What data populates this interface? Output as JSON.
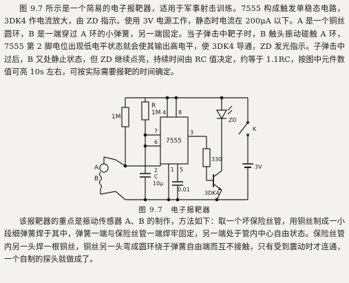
{
  "paragraph_1": "图 9.7 所示是一个简易的电子报靶器，适用于军事射击训练。7555 构成触发单稳态电路，3DK4 作电流放大，由 ZD 指示。使用 3V 电源工作，静态时电流在 200μA 以下。A 是一个铜丝圆环，B 是一端穿过 A 环的小弹簧，另一端固定。当子弹击中靶子时，B 触头振动碰触 A 环，7555 第 2 脚电位出现低电平状态就会使其输出高电平，使 3DK4 导通，ZD 发光指示。子弹击中过后，B 又处静止状态，但 ZD 继续点亮，持续时间由 RC 值决定，约等于 1.1RC，按图中元件数值可亮 10s 左右，可按实际需要报靶的时间确定。",
  "paragraph_2": "该报靶器的重点是振动传感器 A、B 的制作，方法如下：取一个坏保险丝管，用铜丝制成一小段细弹簧焊于其中，弹簧一端与保险丝管一端焊牢固定，另一端处于管内中心自由状态。保险丝管内另一头焊一根铜丝，铜丝另一头弯成圆环绕于弹簧自由端而互不接触，只有受到震动时才连通，一个自制的探头就做成了。",
  "caption": "图 9.7　电子报靶器",
  "circuit": {
    "labels": {
      "r_1m_left": "1M",
      "r_name": "R",
      "r_value": "1M",
      "pin4": "4",
      "pin8": "8",
      "pin7": "7",
      "pin6": "6",
      "pin3": "3",
      "pin2": "2",
      "pin5": "5",
      "pin1": "1",
      "ic": "7555",
      "r_330": "330",
      "transistor": "3DK4",
      "led": "ZD",
      "switch": "K",
      "battery": "3V",
      "sensor_a": "A",
      "sensor_b": "B",
      "cap_c_name": "C",
      "cap_c_value": "10μ",
      "cap_001": "0.01"
    }
  }
}
